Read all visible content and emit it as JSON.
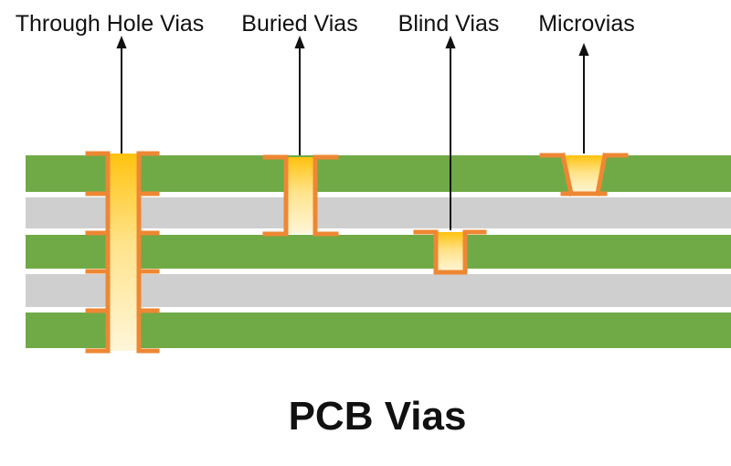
{
  "title": "PCB Vias",
  "vias": [
    {
      "label": "Through Hole Vias"
    },
    {
      "label": "Buried Vias"
    },
    {
      "label": "Blind Vias"
    },
    {
      "label": "Microvias"
    }
  ],
  "colors": {
    "copper_layer": "#6FAA46",
    "dielectric_layer": "#D0CFCF",
    "via_outline": "#EE8733",
    "via_fill_top": "#FFC20E",
    "via_fill_bottom": "#FFF6D9",
    "text": "#111111"
  }
}
